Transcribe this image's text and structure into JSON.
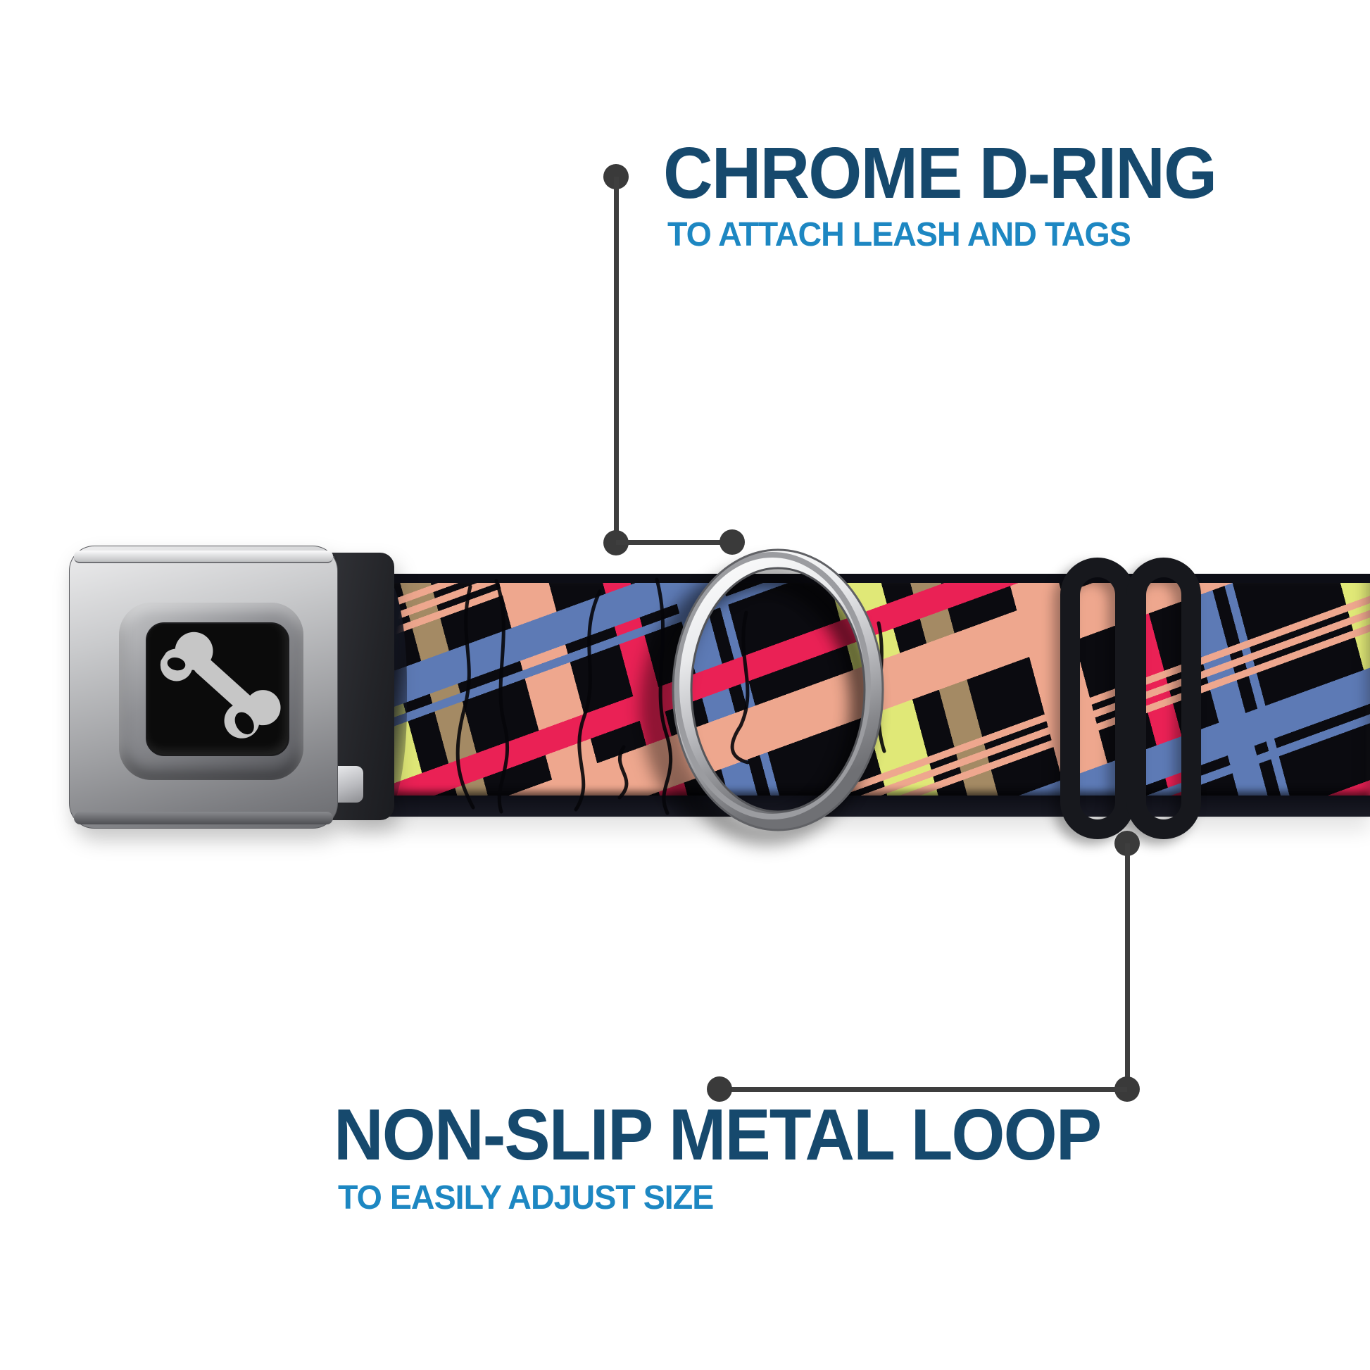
{
  "image": {
    "type": "annotated product image",
    "product": "dog collar with seatbelt-style buckle"
  },
  "annotations": {
    "top": {
      "title": "CHROME D-RING",
      "subtitle": "TO ATTACH LEASH AND TAGS"
    },
    "bottom": {
      "title": "NON-SLIP METAL LOOP",
      "subtitle": "TO EASILY ADJUST SIZE"
    }
  },
  "icons": {
    "buckle_logo": "dog-bone-icon"
  },
  "colors": {
    "title_blue": "#16496d",
    "subtitle_blue": "#1d87c2",
    "callout_gray": "#3e3e3e",
    "webbing_black": "#0b0b10",
    "plaid_pink": "#ea2155",
    "plaid_salmon": "#eea78e",
    "plaid_yellow": "#e0e877",
    "plaid_blue": "#5d7ab5",
    "plaid_tan": "#a48a64",
    "chrome_light": "#f0f1f3",
    "chrome_dark": "#6f7074",
    "slider_black": "#17181d",
    "background": "#ffffff"
  }
}
